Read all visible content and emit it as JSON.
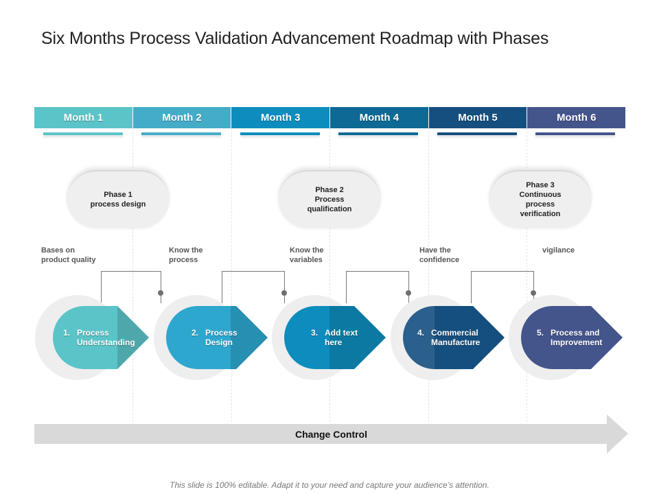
{
  "title": "Six Months Process Validation Advancement Roadmap with Phases",
  "months": [
    "Month 1",
    "Month 2",
    "Month 3",
    "Month 4",
    "Month 5",
    "Month 6"
  ],
  "month_colors": [
    "#5bc4c8",
    "#45acc8",
    "#0d8dbd",
    "#0e6a95",
    "#154f7f",
    "#44558c"
  ],
  "phases": [
    {
      "text": "Phase 1\nprocess design"
    },
    {
      "text": "Phase 2\nProcess\nqualification"
    },
    {
      "text": "Phase 3\nContinuous\nprocess\nverification"
    }
  ],
  "notes": [
    "Bases on\nproduct quality",
    "Know the\nprocess",
    "Know the\nvariables",
    "Have the\nconfidence",
    "vigilance"
  ],
  "steps": [
    {
      "num": "1.",
      "label": "Process\nUnderstanding",
      "color": "#5bc4c8"
    },
    {
      "num": "2.",
      "label": "Process\nDesign",
      "color": "#2ea7cf"
    },
    {
      "num": "3.",
      "label": "Add text\nhere",
      "color": "#0d8dbd"
    },
    {
      "num": "4.",
      "label": "Commercial\nManufacture",
      "color": "#154f7f"
    },
    {
      "num": "5.",
      "label": "Process and\nImprovement",
      "color": "#44558c"
    }
  ],
  "change_control": "Change Control",
  "footer": "This slide is 100% editable. Adapt it to your need and capture your audience’s attention."
}
